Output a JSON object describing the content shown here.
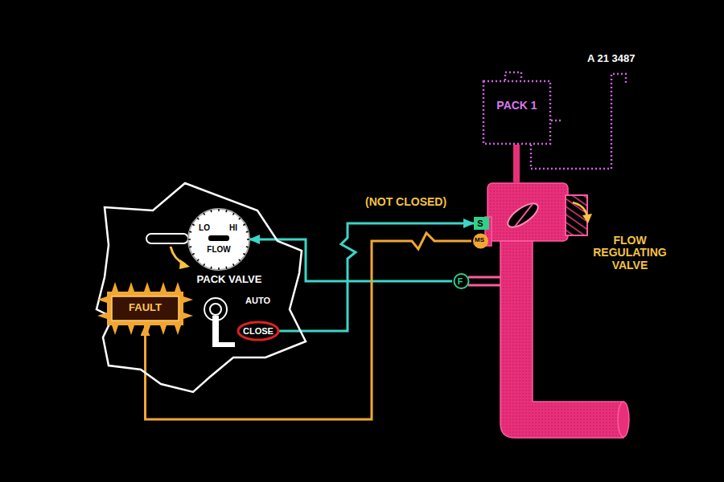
{
  "diagram": {
    "nodes": [
      {
        "text": [
          "PACK VALVE"
        ]
      },
      {
        "text": [
          "LO",
          "HI",
          "FLOW"
        ],
        "in": 0
      },
      {
        "text": [
          "FAULT"
        ],
        "in": 0
      },
      {
        "text": [
          "CLOSE"
        ],
        "in": 0
      },
      {
        "text": [
          "PACK 1"
        ]
      },
      {
        "text": [
          "S"
        ]
      },
      {
        "text": [
          "MS"
        ]
      },
      {
        "text": [
          "F"
        ]
      },
      {
        "text": [
          "FLOW REGULATING VALVE"
        ]
      }
    ],
    "edges": [
      {
        "from": 3,
        "to": 5,
        "arrow": "to",
        "label": "(NOT CLOSED)"
      },
      {
        "from": 7,
        "to": 1,
        "arrow": "to"
      },
      {
        "from": 6,
        "to": 2,
        "arrow": "to"
      },
      {
        "from": 4,
        "to": 8,
        "arrow": "none"
      }
    ],
    "labels": [
      "AUTO",
      "A 21 3487"
    ]
  }
}
